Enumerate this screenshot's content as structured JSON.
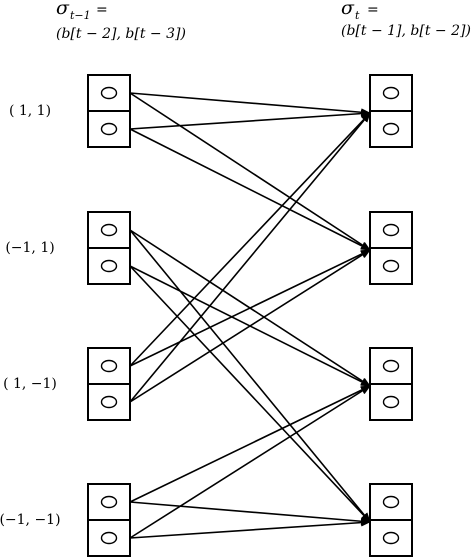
{
  "header": {
    "left": {
      "symbol": "σ",
      "subscript": "t−1",
      "equals": "=",
      "tuple": "(b[t − 2], b[t − 3])"
    },
    "right": {
      "symbol": "σ",
      "subscript": "t",
      "equals": "=",
      "tuple": "(b[t − 1], b[t − 2])"
    }
  },
  "states": [
    {
      "label": "( 1, 1)"
    },
    {
      "label": "(−1, 1)"
    },
    {
      "label": "( 1, −1)"
    },
    {
      "label": "(−1, −1)"
    }
  ],
  "transitions": [
    {
      "from": 0,
      "slot": 0,
      "to": 0
    },
    {
      "from": 0,
      "slot": 0,
      "to": 1
    },
    {
      "from": 0,
      "slot": 1,
      "to": 0
    },
    {
      "from": 0,
      "slot": 1,
      "to": 1
    },
    {
      "from": 1,
      "slot": 0,
      "to": 2
    },
    {
      "from": 1,
      "slot": 0,
      "to": 3
    },
    {
      "from": 1,
      "slot": 1,
      "to": 2
    },
    {
      "from": 1,
      "slot": 1,
      "to": 3
    },
    {
      "from": 2,
      "slot": 0,
      "to": 0
    },
    {
      "from": 2,
      "slot": 0,
      "to": 1
    },
    {
      "from": 2,
      "slot": 1,
      "to": 0
    },
    {
      "from": 2,
      "slot": 1,
      "to": 1
    },
    {
      "from": 3,
      "slot": 0,
      "to": 2
    },
    {
      "from": 3,
      "slot": 0,
      "to": 3
    },
    {
      "from": 3,
      "slot": 1,
      "to": 2
    },
    {
      "from": 3,
      "slot": 1,
      "to": 3
    }
  ]
}
